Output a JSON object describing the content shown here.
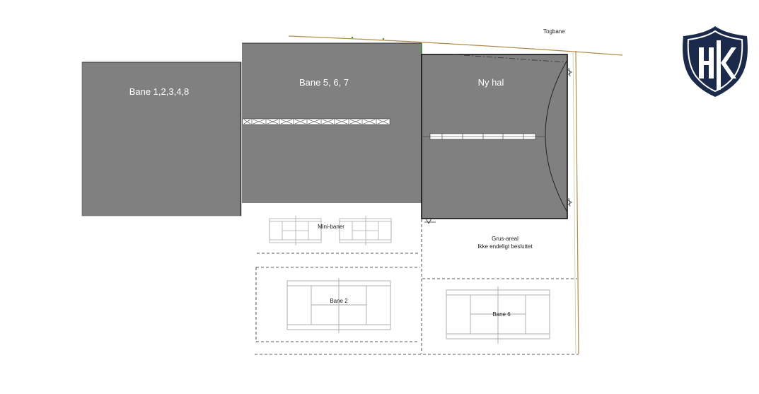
{
  "labels": {
    "togbane": "Togbane",
    "bane_1_2_3_4_8": "Bane 1,2,3,4,8",
    "bane_5_6_7": "Bane 5, 6, 7",
    "ny_hal": "Ny hal",
    "mini_baner": "Mini-baner",
    "grus_areal_line1": "Grus-areal",
    "grus_areal_line2": "Ikke endeligt besluttet",
    "bane_2": "Bane 2",
    "bane_6": "Bane 6"
  },
  "colors": {
    "hall_fill": "#808080",
    "rail_line": "#b08b4a",
    "logo_navy": "#1b2a4a"
  },
  "icons": {
    "logo": "hik-shield-logo"
  }
}
